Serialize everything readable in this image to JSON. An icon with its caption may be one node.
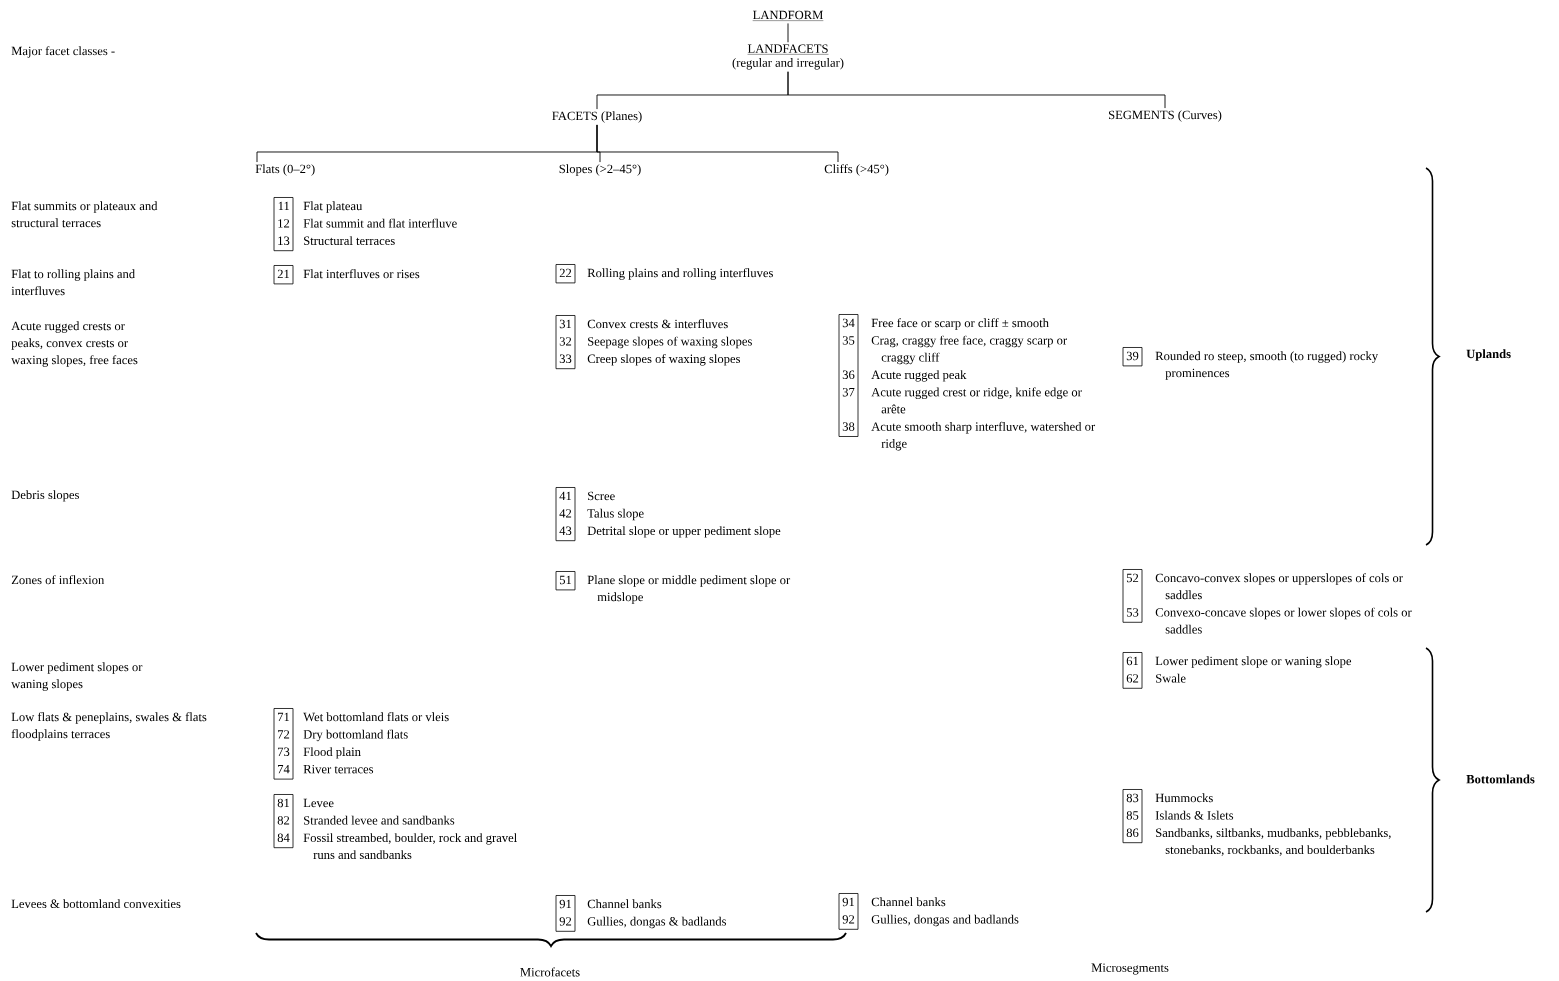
{
  "diagram": {
    "nodes": [
      {
        "text": [
          "LANDFORM"
        ]
      },
      {
        "text": [
          "LANDFACETS",
          "(regular and irregular)"
        ]
      },
      {
        "text": [
          "FACETS (Planes)"
        ]
      },
      {
        "text": [
          "SEGMENTS (Curves)"
        ]
      },
      {
        "text": [
          "Flats (0–2°)"
        ]
      },
      {
        "text": [
          "Slopes (>2–45°)"
        ]
      },
      {
        "text": [
          "Cliffs (>45°)"
        ]
      },
      {
        "text": [
          "11",
          "12",
          "13"
        ],
        "beside": [
          "Flat plateau",
          "Flat summit and flat interfluve",
          "Structural terraces"
        ]
      },
      {
        "text": [
          "21"
        ],
        "beside": [
          "Flat interfluves or rises"
        ]
      },
      {
        "text": [
          "22"
        ],
        "beside": [
          "Rolling plains and rolling interfluves"
        ]
      },
      {
        "text": [
          "31",
          "32",
          "33"
        ],
        "beside": [
          "Convex crests & interfluves",
          "Seepage slopes of waxing slopes",
          "Creep slopes of waxing slopes"
        ]
      },
      {
        "text": [
          "34",
          "35",
          "36",
          "37",
          "38"
        ],
        "beside": [
          "Free face or scarp or cliff ± smooth",
          "Crag, craggy free face, craggy scarp or craggy cliff",
          "Acute rugged peak",
          "Acute rugged crest or ridge, knife edge or arête",
          "Acute smooth sharp interfluve, watershed or ridge"
        ]
      },
      {
        "text": [
          "39"
        ],
        "beside": [
          "Rounded ro steep, smooth (to rugged) rocky prominences"
        ]
      },
      {
        "text": [
          "41",
          "42",
          "43"
        ],
        "beside": [
          "Scree",
          "Talus slope",
          "Detrital slope or upper pediment slope"
        ]
      },
      {
        "text": [
          "51"
        ],
        "beside": [
          "Plane slope or middle pediment slope or midslope"
        ]
      },
      {
        "text": [
          "52",
          "53"
        ],
        "beside": [
          "Concavo-convex slopes or upperslopes of cols or saddles",
          "Convexo-concave slopes or lower slopes of cols or saddles"
        ]
      },
      {
        "text": [
          "61",
          "62"
        ],
        "beside": [
          "Lower pediment slope or waning slope",
          "Swale"
        ]
      },
      {
        "text": [
          "71",
          "72",
          "73",
          "74"
        ],
        "beside": [
          "Wet bottomland flats or vleis",
          "Dry bottomland flats",
          "Flood plain",
          "River terraces"
        ]
      },
      {
        "text": [
          "81",
          "82",
          "84"
        ],
        "beside": [
          "Levee",
          "Stranded levee and sandbanks",
          "Fossil streambed, boulder, rock and gravel runs and sandbanks"
        ]
      },
      {
        "text": [
          "83",
          "85",
          "86"
        ],
        "beside": [
          "Hummocks",
          "Islands & Islets",
          "Sandbanks, siltbanks, mudbanks, pebblebanks, stonebanks, rockbanks, and boulderbanks"
        ]
      },
      {
        "text": [
          "91",
          "92"
        ],
        "beside": [
          "Channel banks",
          "Gullies, dongas & badlands"
        ]
      },
      {
        "text": [
          "91",
          "92"
        ],
        "beside": [
          "Channel banks",
          "Gullies, dongas and badlands"
        ]
      }
    ],
    "edges": [
      {
        "from": 0,
        "to": 1,
        "arrow": "none"
      },
      {
        "from": 1,
        "to": 2,
        "arrow": "none"
      },
      {
        "from": 1,
        "to": 3,
        "arrow": "none"
      },
      {
        "from": 2,
        "to": 4,
        "arrow": "none"
      },
      {
        "from": 2,
        "to": 5,
        "arrow": "none"
      },
      {
        "from": 2,
        "to": 6,
        "arrow": "none"
      }
    ],
    "labels": [
      "Major facet classes -",
      "Flat summits or plateaux and structural terraces",
      "Flat to rolling plains and interfluves",
      "Acute rugged crests or peaks, convex crests or waxing slopes, free faces",
      "Uplands",
      "Debris slopes",
      "Zones of inflexion",
      "Lower pediment slopes or waning slopes",
      "Low flats & peneplains, swales & flats floodplains terraces",
      "Bottomlands",
      "Levees & bottomland convexities",
      "Microfacets",
      "Microsegments"
    ]
  }
}
